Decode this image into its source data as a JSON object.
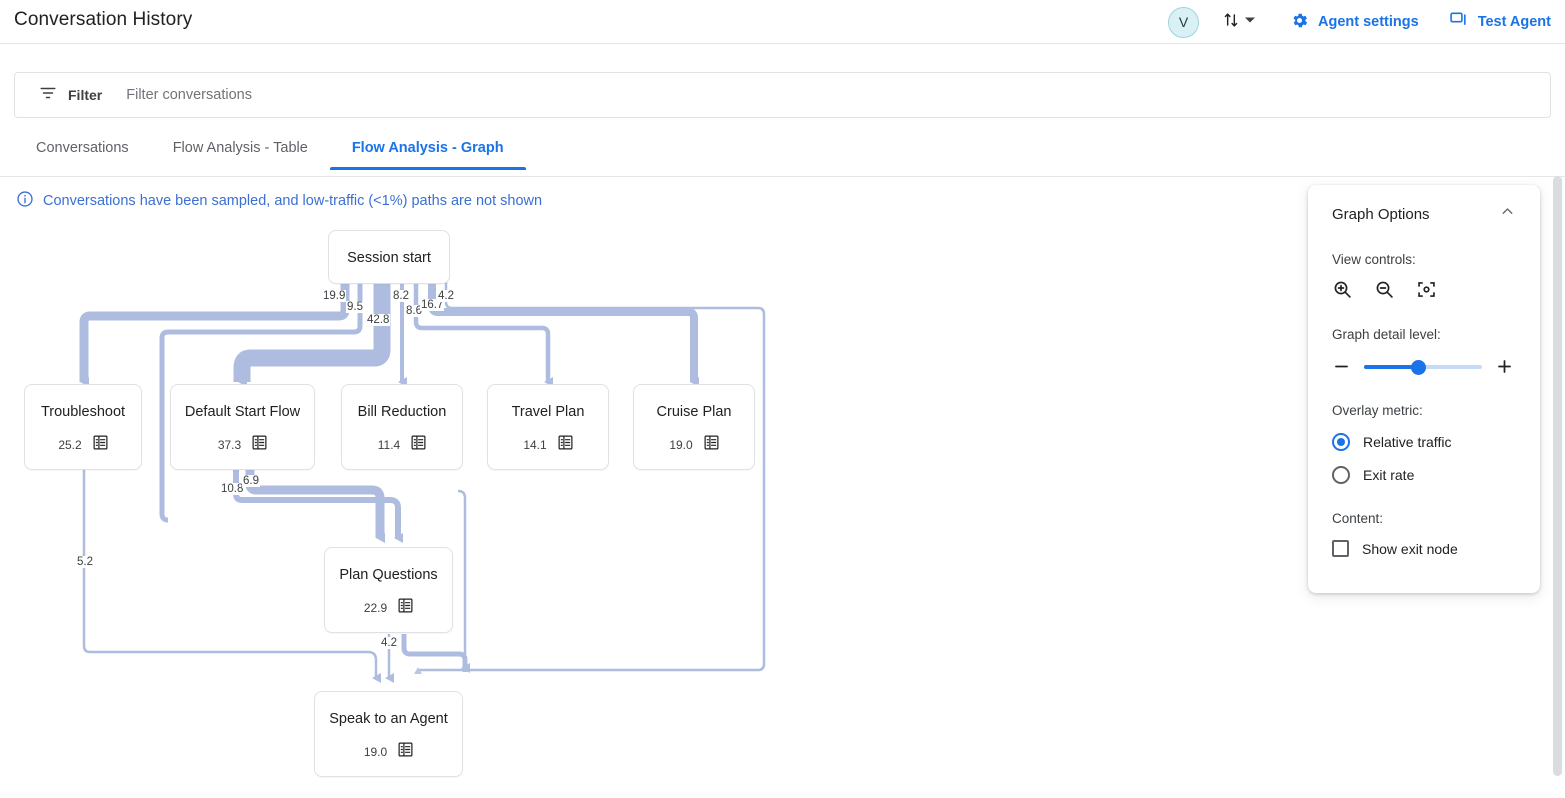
{
  "header": {
    "title": "Conversation History",
    "avatar_initial": "V",
    "sort_icon": "sort-arrows-icon",
    "sort_caret_icon": "chevron-down-icon",
    "actions": [
      {
        "label": "Agent settings",
        "icon": "gear-icon"
      },
      {
        "label": "Test Agent",
        "icon": "chat-bubble-icon"
      }
    ]
  },
  "filter": {
    "icon": "filter-icon",
    "label": "Filter",
    "placeholder": "Filter conversations",
    "value": ""
  },
  "tabs": [
    {
      "label": "Conversations",
      "active": false
    },
    {
      "label": "Flow Analysis - Table",
      "active": false
    },
    {
      "label": "Flow Analysis - Graph",
      "active": true
    }
  ],
  "notice": {
    "icon": "info-icon",
    "text": "Conversations have been sampled, and low-traffic (<1%) paths are not shown"
  },
  "options_panel": {
    "title": "Graph Options",
    "collapse_icon": "chevron-up-icon",
    "view_controls_label": "View controls:",
    "view_controls": [
      {
        "name": "zoom-in-icon"
      },
      {
        "name": "zoom-out-icon"
      },
      {
        "name": "fit-to-screen-icon"
      }
    ],
    "detail_level_label": "Graph detail level:",
    "detail_minus_icon": "minus-icon",
    "detail_plus_icon": "plus-icon",
    "detail_value": 46,
    "overlay_metric_label": "Overlay metric:",
    "overlay_options": [
      {
        "label": "Relative traffic",
        "selected": true
      },
      {
        "label": "Exit rate",
        "selected": false
      }
    ],
    "content_label": "Content:",
    "content_options": [
      {
        "label": "Show exit node",
        "checked": false
      }
    ]
  },
  "chart_data": {
    "type": "diagram",
    "title": "Flow Analysis - Graph",
    "metric": "Relative traffic",
    "node_icon": "table-view-icon",
    "nodes": [
      {
        "id": "session_start",
        "label": "Session start",
        "value": ""
      },
      {
        "id": "troubleshoot",
        "label": "Troubleshoot",
        "value": "25.2"
      },
      {
        "id": "default_start_flow",
        "label": "Default Start Flow",
        "value": "37.3"
      },
      {
        "id": "bill_reduction",
        "label": "Bill Reduction",
        "value": "11.4"
      },
      {
        "id": "travel_plan",
        "label": "Travel Plan",
        "value": "14.1"
      },
      {
        "id": "cruise_plan",
        "label": "Cruise Plan",
        "value": "19.0"
      },
      {
        "id": "plan_questions",
        "label": "Plan Questions",
        "value": "22.9"
      },
      {
        "id": "speak_to_an_agent",
        "label": "Speak to an Agent",
        "value": "19.0"
      }
    ],
    "edges": [
      {
        "from": "session_start",
        "to": "troubleshoot",
        "value": "19.9"
      },
      {
        "from": "session_start",
        "to": "default_start_flow",
        "value": "9.5"
      },
      {
        "from": "session_start",
        "to": "default_start_flow",
        "value": "42.8"
      },
      {
        "from": "session_start",
        "to": "bill_reduction",
        "value": "8.2"
      },
      {
        "from": "session_start",
        "to": "travel_plan",
        "value": "8.6"
      },
      {
        "from": "session_start",
        "to": "cruise_plan",
        "value": "16.7"
      },
      {
        "from": "session_start",
        "to": "cruise_plan",
        "value": "4.2"
      },
      {
        "from": "default_start_flow",
        "to": "plan_questions",
        "value": "10.8"
      },
      {
        "from": "default_start_flow",
        "to": "plan_questions",
        "value": "6.9"
      },
      {
        "from": "troubleshoot",
        "to": "speak_to_an_agent",
        "value": "5.2"
      },
      {
        "from": "plan_questions",
        "to": "speak_to_an_agent",
        "value": "4.2"
      }
    ]
  }
}
